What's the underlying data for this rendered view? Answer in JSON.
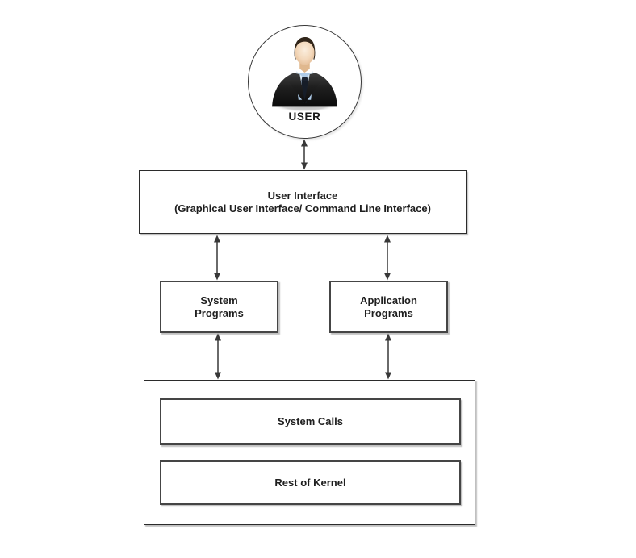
{
  "diagram": {
    "user": {
      "label": "USER"
    },
    "user_interface": {
      "title": "User Interface",
      "subtitle": "(Graphical User Interface/ Command Line Interface)"
    },
    "system_programs": {
      "line1": "System",
      "line2": "Programs"
    },
    "application_programs": {
      "line1": "Application",
      "line2": "Programs"
    },
    "kernel": {
      "system_calls": {
        "label": "System Calls"
      },
      "rest_of_kernel": {
        "label": "Rest of Kernel"
      }
    },
    "icons": {
      "user_avatar": "businessman-avatar-icon"
    },
    "colors": {
      "background": "#ffffff",
      "outer_border": "#2b2b2b",
      "inner_border": "#454545",
      "arrow": "#383838",
      "text": "#1f1f1f"
    }
  }
}
